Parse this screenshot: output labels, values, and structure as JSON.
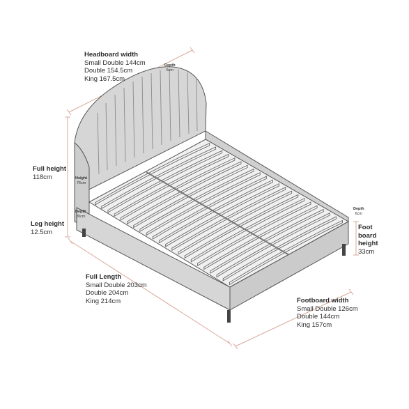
{
  "labels": {
    "headboard_width": {
      "title": "Headboard width",
      "lines": [
        "Small Double 144cm",
        "Double 154.5cm",
        "King 167.5cm"
      ]
    },
    "full_height": {
      "title": "Full height",
      "value": "118cm"
    },
    "leg_height": {
      "title": "Leg height",
      "value": "12.5cm"
    },
    "full_length": {
      "title": "Full Length",
      "lines": [
        "Small Double 203cm",
        "Double 204cm",
        "King 214cm"
      ]
    },
    "footboard_width": {
      "title": "Footboard width",
      "lines": [
        "Small Double 126cm",
        "Double 144cm",
        "King 157cm"
      ]
    },
    "foot_board_height": {
      "title_lines": [
        "Foot",
        "board",
        "height"
      ],
      "value": "33cm"
    },
    "headboard_depth": {
      "title": "Depth",
      "value": "6cm"
    },
    "footboard_depth": {
      "title": "Depth",
      "value": "6cm"
    },
    "inner_height": {
      "title": "Height",
      "value": "76cm"
    },
    "inner_depth": {
      "title": "Depth",
      "value": "20cm"
    }
  },
  "colors": {
    "dimension_line": "#d9a79a",
    "outline": "#555555",
    "fabric": "#d6d6d6",
    "slat": "#f4f4f4"
  }
}
